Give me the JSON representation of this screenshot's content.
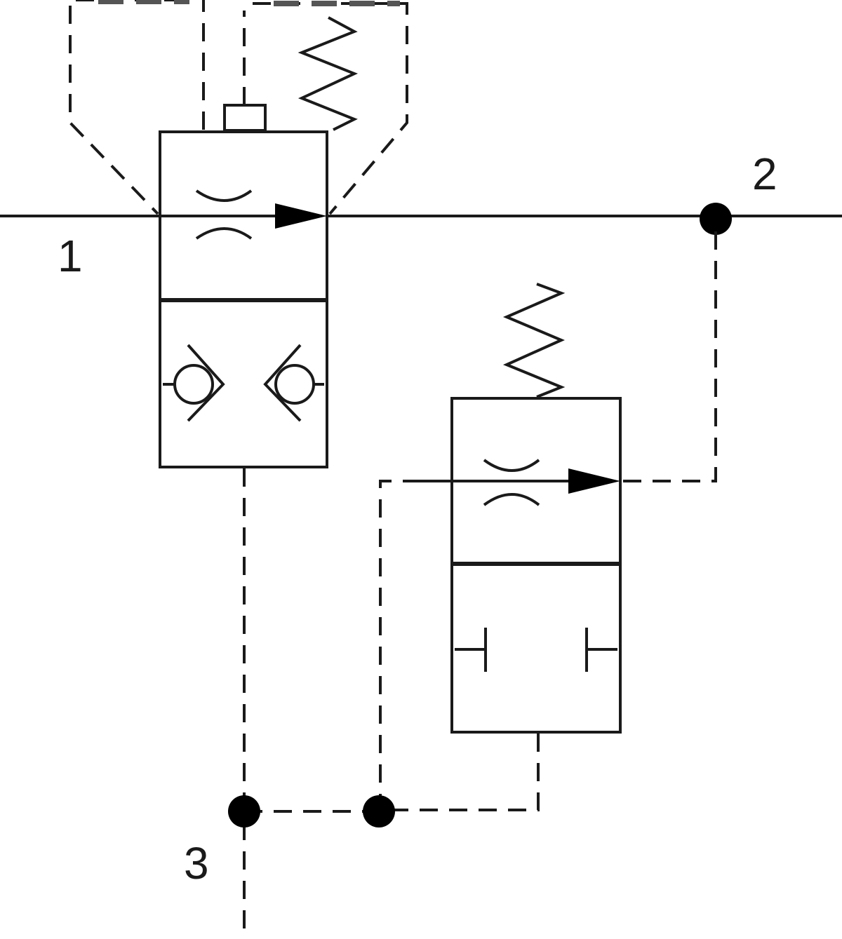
{
  "ports": {
    "port_1": "1",
    "port_2": "2",
    "port_3": "3"
  },
  "colors": {
    "line": "#1a1a1a",
    "junction": "#000000",
    "background": "#ffffff"
  }
}
